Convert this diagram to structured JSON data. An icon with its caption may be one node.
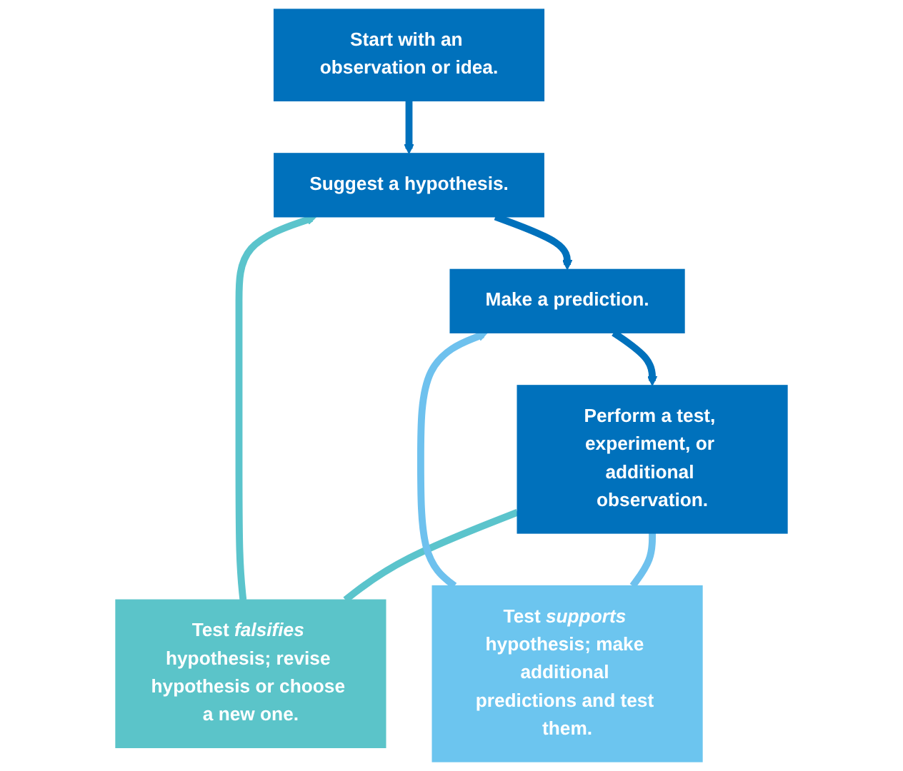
{
  "diagram": {
    "nodes": [
      {
        "text": [
          "Start with an observation or idea."
        ]
      },
      {
        "text": [
          "Suggest a hypothesis."
        ]
      },
      {
        "text": [
          "Make a prediction."
        ]
      },
      {
        "text": [
          "Test *falsifies* hypothesis; revise hypothesis or choose a new one."
        ]
      },
      {
        "text": [
          "Perform a test, experiment, or additional observation."
        ]
      },
      {
        "text": [
          "Test *supports* hypothesis; make additional predictions and test them."
        ]
      }
    ],
    "edges": [
      {
        "from": 0,
        "to": 1,
        "arrow": "to",
        "color": "#0071bc"
      },
      {
        "from": 1,
        "to": 2,
        "arrow": "to",
        "color": "#0071bc"
      },
      {
        "from": 2,
        "to": 4,
        "arrow": "to",
        "color": "#0071bc"
      },
      {
        "from": 4,
        "to": 3,
        "arrow": "none",
        "color": "#5bc4cc"
      },
      {
        "from": 3,
        "to": 1,
        "arrow": "to",
        "color": "#5bc4cc"
      },
      {
        "from": 4,
        "to": 5,
        "arrow": "none",
        "color": "#6ec1ee"
      },
      {
        "from": 5,
        "to": 2,
        "arrow": "to",
        "color": "#6ec1ee"
      }
    ]
  }
}
